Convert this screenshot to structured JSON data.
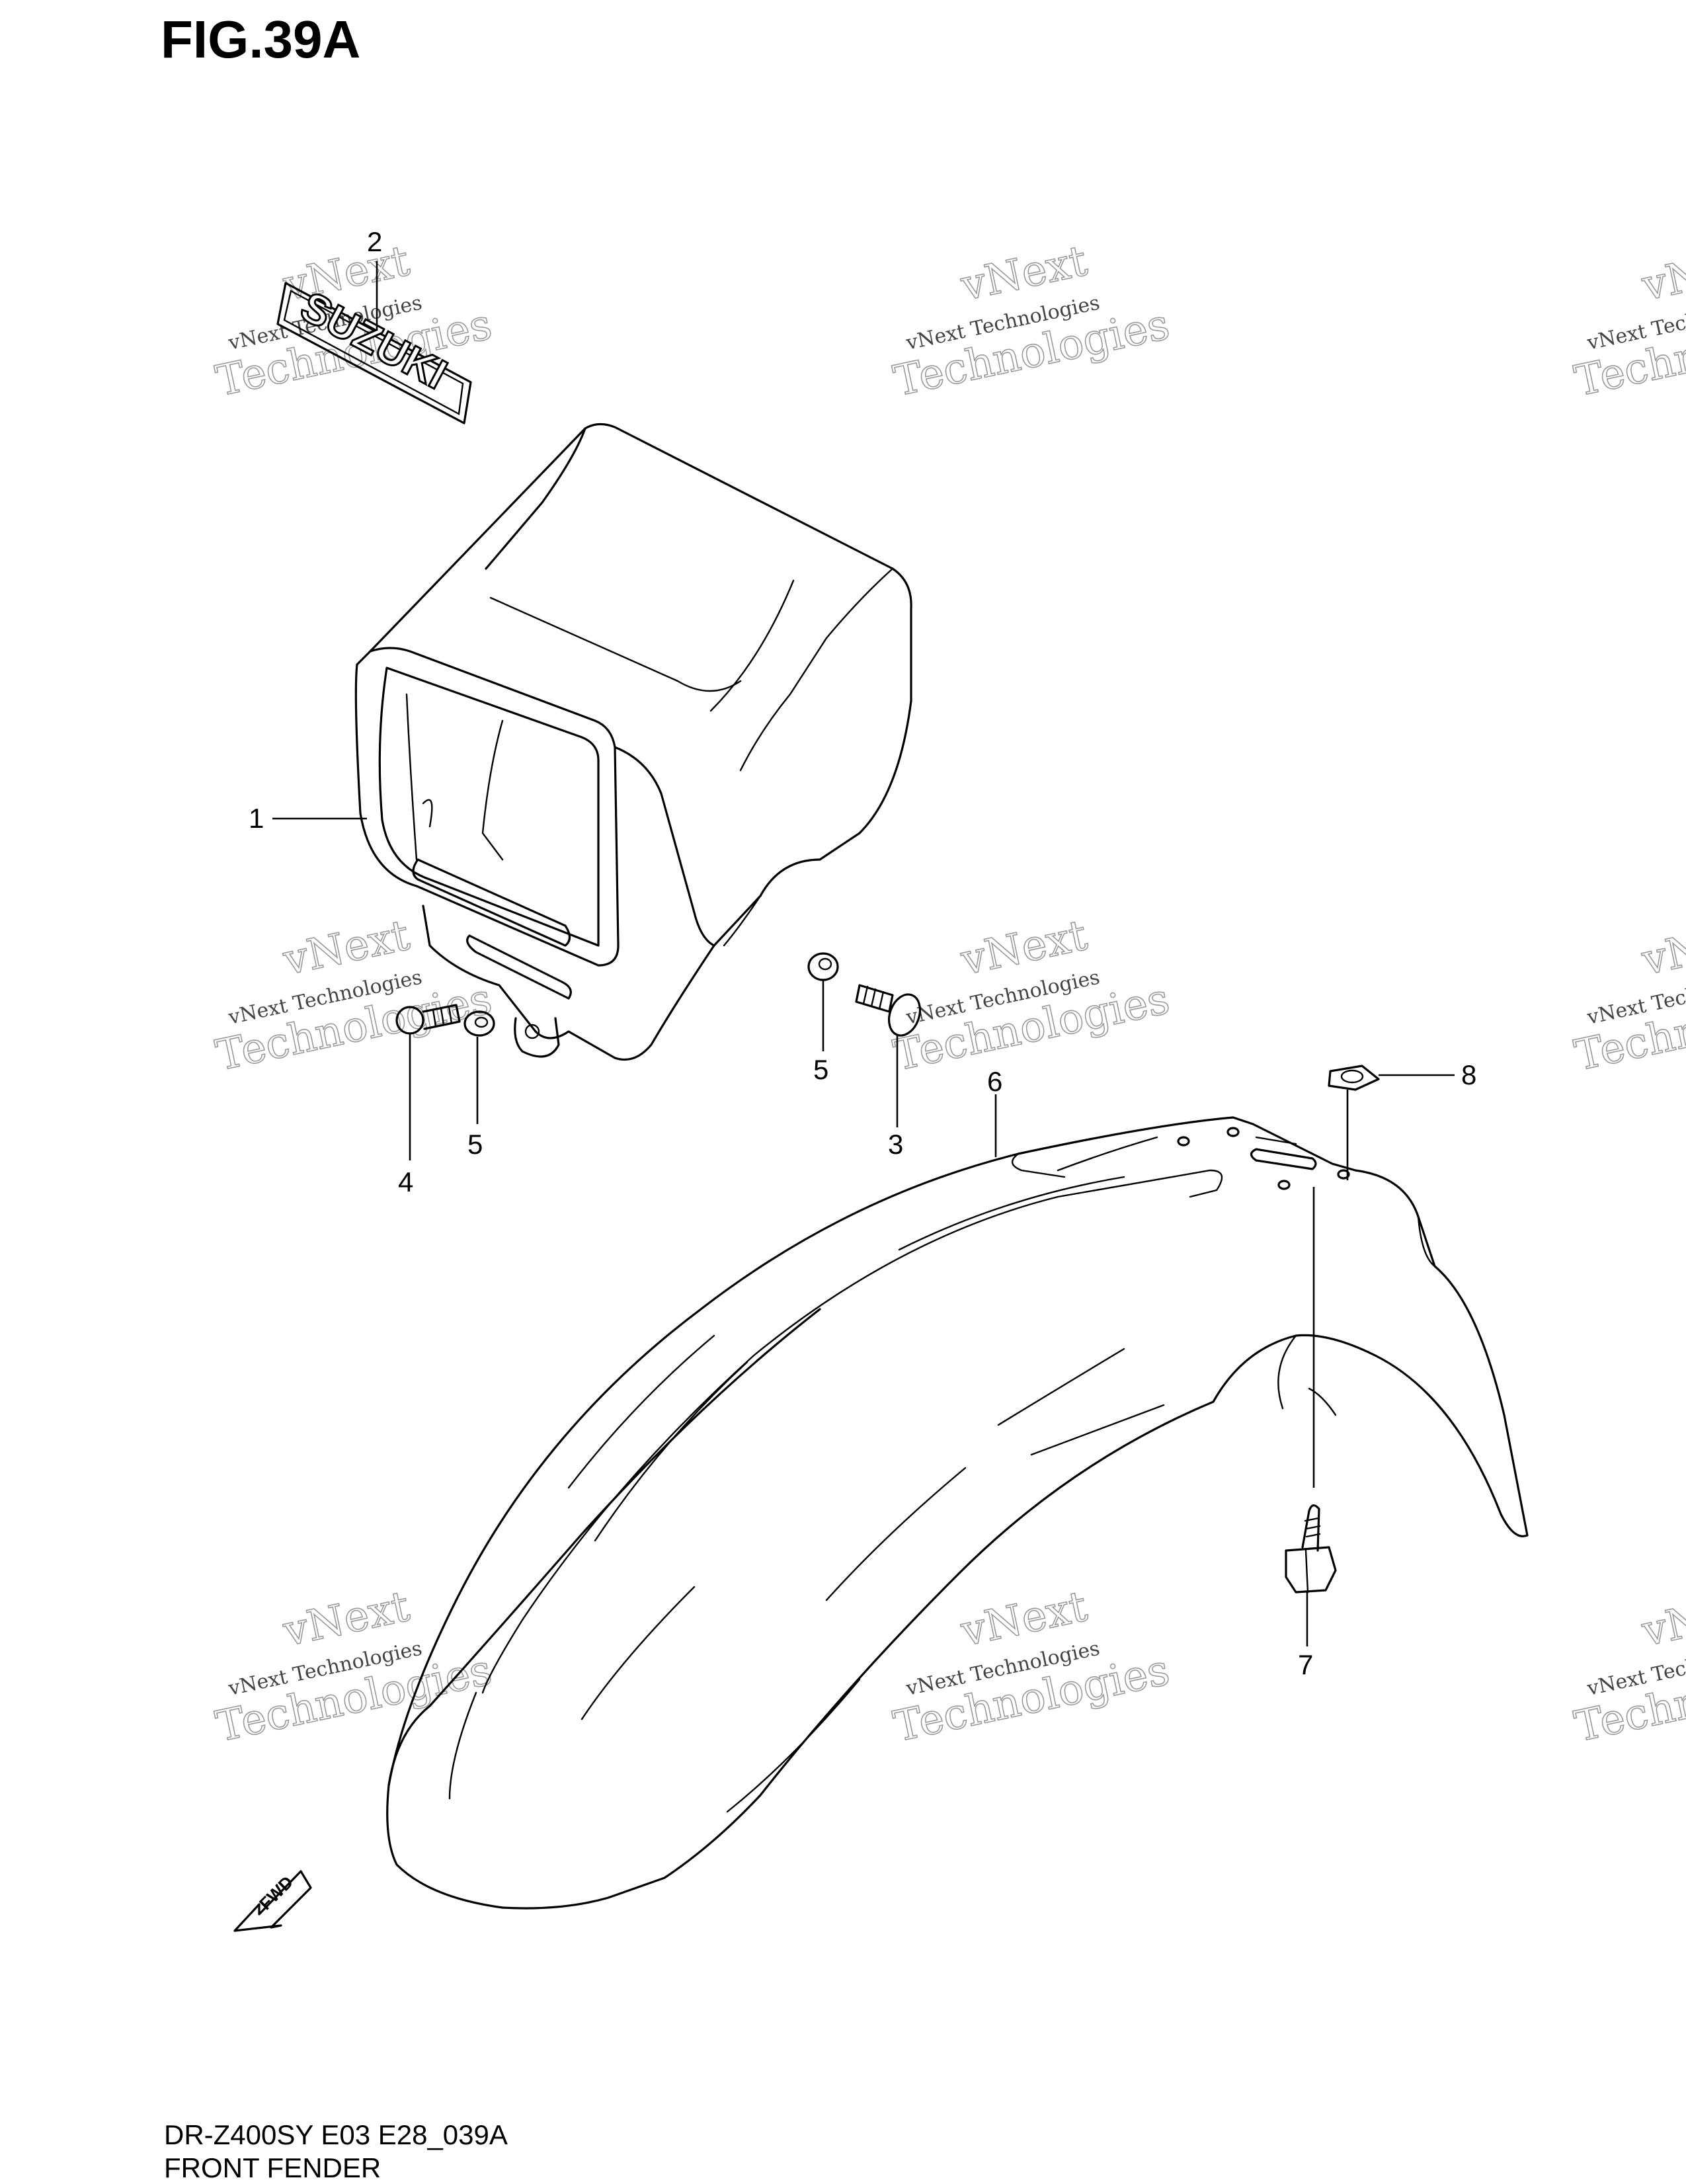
{
  "figure": {
    "title": "FIG.39A",
    "model_code": "DR-Z400SY E03 E28_039A",
    "section_name": "FRONT FENDER"
  },
  "callouts": [
    "1",
    "2",
    "3",
    "4",
    "5",
    "5",
    "6",
    "7",
    "8"
  ],
  "labels": {
    "emblem_text": "SUZUKI",
    "fwd_arrow": "FWD"
  },
  "watermark": {
    "brand": "vNext",
    "company": "vNext Technologies",
    "word": "Technologies"
  }
}
